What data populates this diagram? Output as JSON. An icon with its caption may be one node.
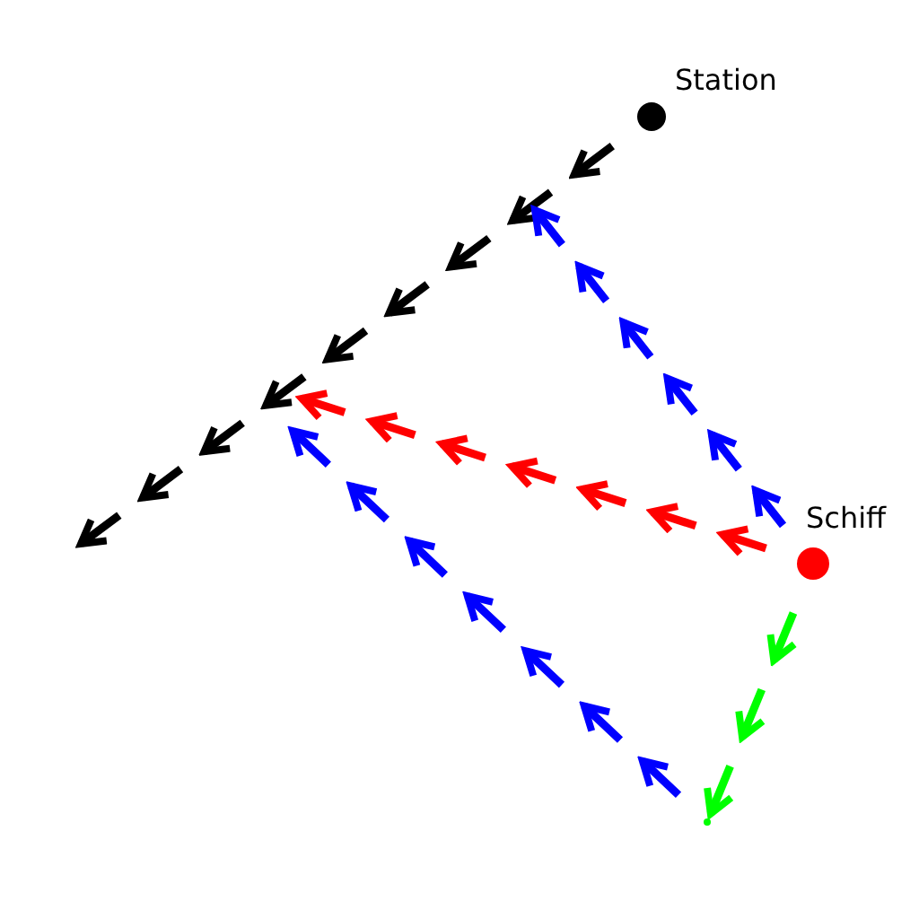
{
  "diagram": {
    "nodes": [
      {
        "text": [
          "Station"
        ]
      },
      {
        "text": [
          "Schiff"
        ]
      },
      {
        "text": [],
        "shape": "point"
      }
    ],
    "edges": [
      {
        "from": 0,
        "to": null,
        "arrow": "to",
        "style": "dashed",
        "color": "#000000"
      },
      {
        "from": 1,
        "to": null,
        "arrow": "to",
        "style": "dashed",
        "color": "#0000ff"
      },
      {
        "from": 1,
        "to": null,
        "arrow": "to",
        "style": "dashed",
        "color": "#ff0000"
      },
      {
        "from": 1,
        "to": 2,
        "arrow": "to",
        "style": "dashed",
        "color": "#00ff00"
      },
      {
        "from": 2,
        "to": null,
        "arrow": "to",
        "style": "dashed",
        "color": "#0000ff"
      }
    ]
  }
}
